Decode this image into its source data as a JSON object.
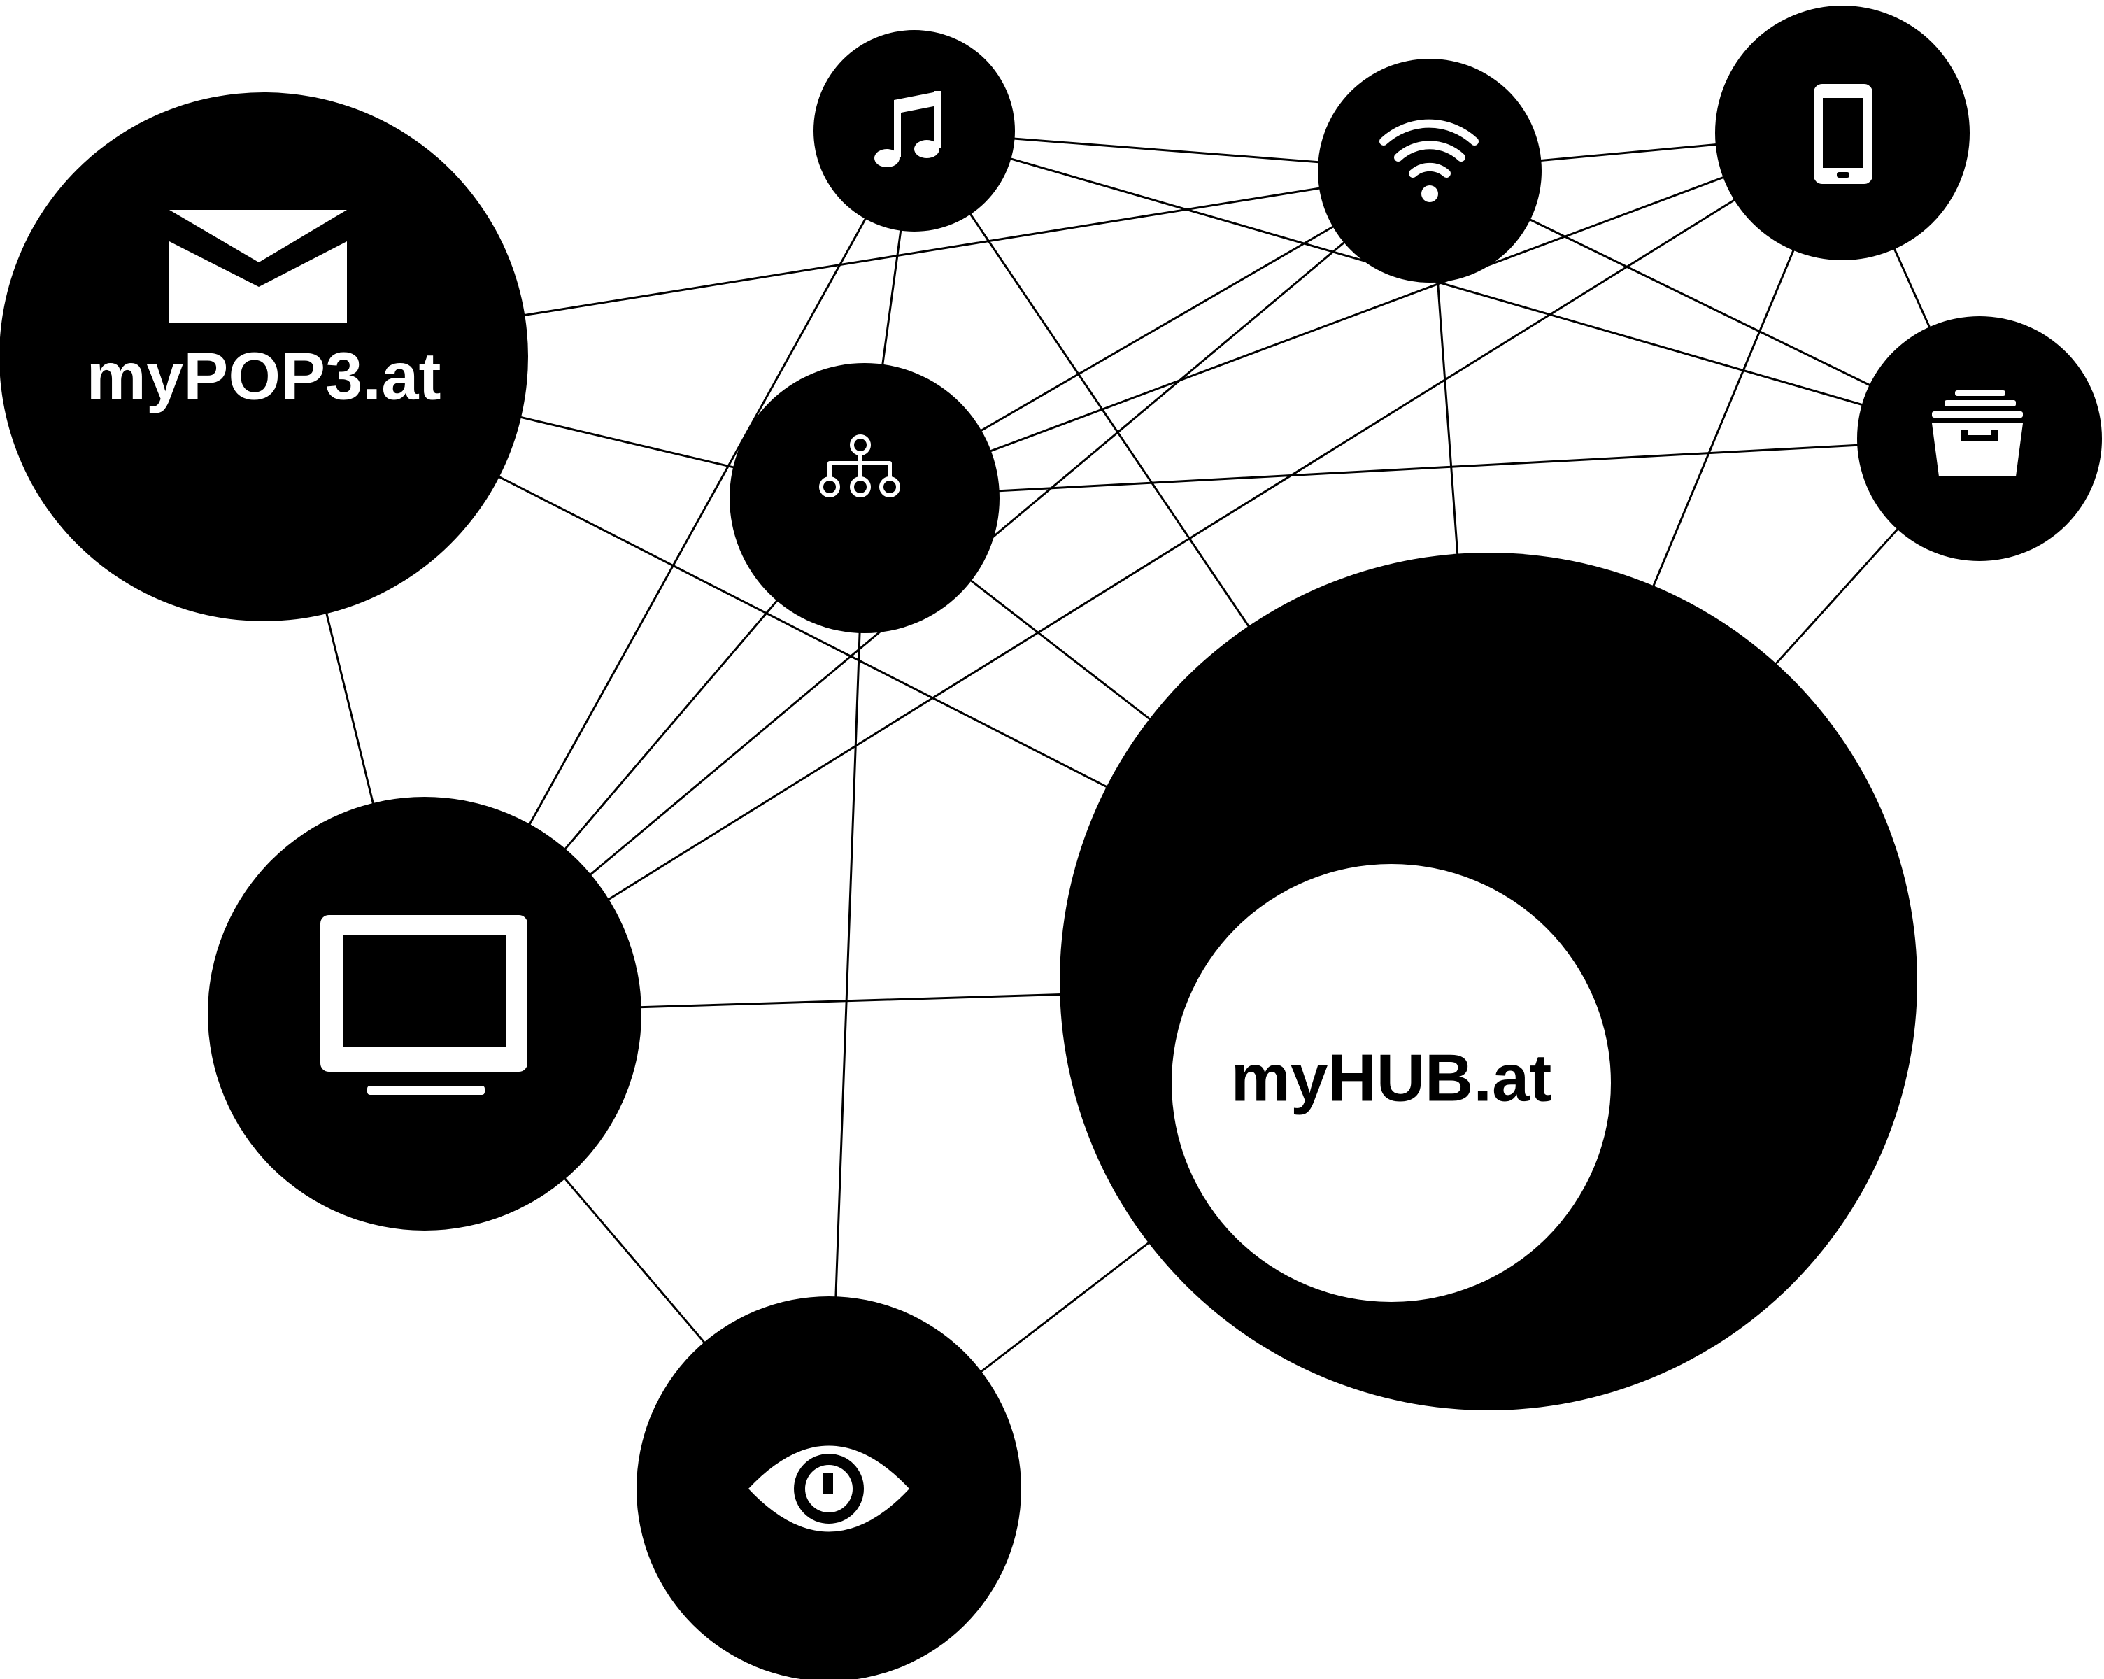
{
  "diagram": {
    "nodes": [
      {
        "id": "pop3",
        "label": "myPOP3.at",
        "icon": "envelope-icon"
      },
      {
        "id": "music",
        "label": "",
        "icon": "music-note-icon"
      },
      {
        "id": "wifi",
        "label": "",
        "icon": "wifi-icon"
      },
      {
        "id": "phone",
        "label": "",
        "icon": "smartphone-icon"
      },
      {
        "id": "archive",
        "label": "",
        "icon": "archive-box-icon"
      },
      {
        "id": "network",
        "label": "",
        "icon": "network-tree-icon"
      },
      {
        "id": "monitor",
        "label": "",
        "icon": "monitor-icon"
      },
      {
        "id": "hub",
        "label": "myHUB.at",
        "icon": ""
      },
      {
        "id": "eye",
        "label": "",
        "icon": "eye-icon"
      }
    ],
    "edges": [
      [
        "pop3",
        "wifi"
      ],
      [
        "pop3",
        "network"
      ],
      [
        "pop3",
        "monitor"
      ],
      [
        "pop3",
        "hub"
      ],
      [
        "music",
        "wifi"
      ],
      [
        "music",
        "archive"
      ],
      [
        "music",
        "network"
      ],
      [
        "music",
        "monitor"
      ],
      [
        "music",
        "hub"
      ],
      [
        "wifi",
        "phone"
      ],
      [
        "wifi",
        "archive"
      ],
      [
        "wifi",
        "network"
      ],
      [
        "wifi",
        "monitor"
      ],
      [
        "wifi",
        "hub"
      ],
      [
        "phone",
        "archive"
      ],
      [
        "phone",
        "network"
      ],
      [
        "phone",
        "monitor"
      ],
      [
        "phone",
        "hub"
      ],
      [
        "archive",
        "network"
      ],
      [
        "archive",
        "hub"
      ],
      [
        "network",
        "monitor"
      ],
      [
        "network",
        "hub"
      ],
      [
        "network",
        "eye"
      ],
      [
        "monitor",
        "hub"
      ],
      [
        "monitor",
        "eye"
      ],
      [
        "hub",
        "eye"
      ]
    ],
    "colors": {
      "node": "#000000",
      "icon": "#ffffff",
      "edge": "#000000",
      "background": "#ffffff",
      "hub_inner": "#ffffff"
    }
  }
}
